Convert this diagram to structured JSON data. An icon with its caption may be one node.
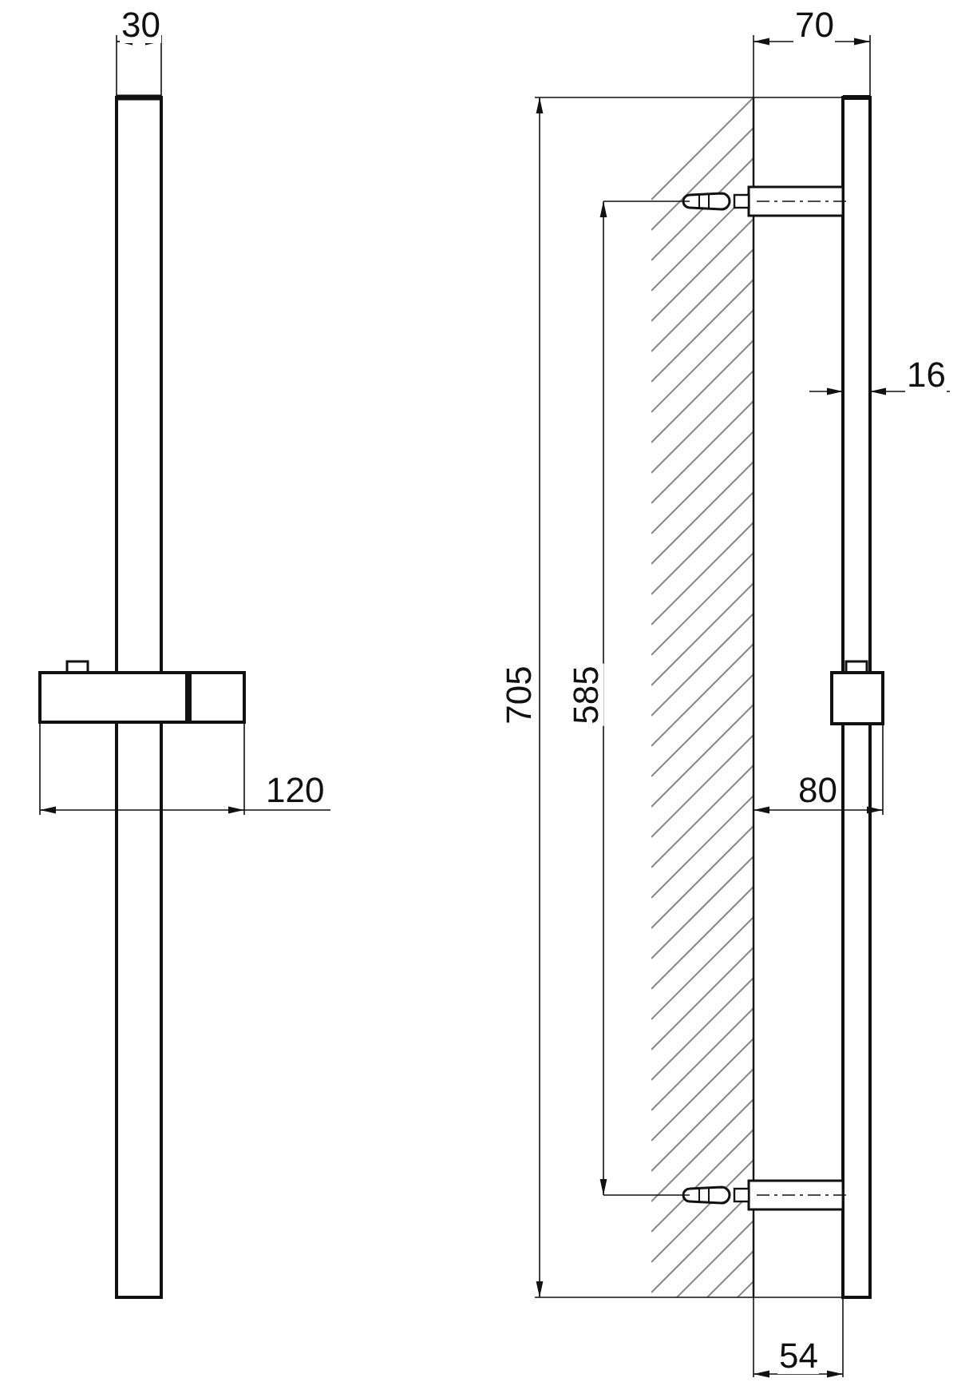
{
  "diagram": {
    "labels": [
      "30",
      "70",
      "16",
      "705",
      "585",
      "120",
      "80",
      "54"
    ]
  }
}
